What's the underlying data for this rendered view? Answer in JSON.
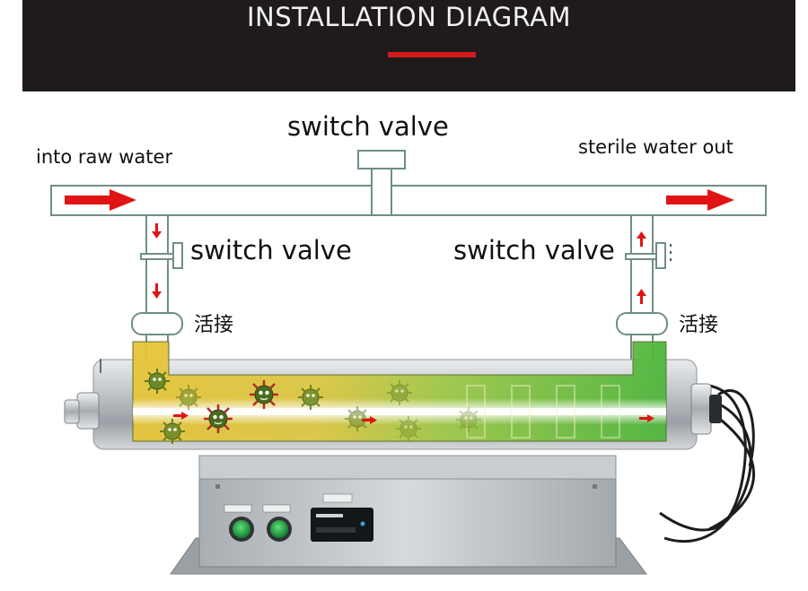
{
  "header": {
    "title": "INSTALLATION DIAGRAM",
    "underline_color": "#d21a1a",
    "background_color": "#1f1b1b"
  },
  "labels": {
    "top_valve": "switch valve",
    "inlet": "into raw water",
    "outlet": "sterile water out",
    "left_valve": "switch valve",
    "right_valve": "switch valve",
    "left_union": "活接",
    "right_union": "活接"
  },
  "colors": {
    "flow_arrow": "#e01414",
    "dirty_water": "#e2c33c",
    "clean_water": "#56b83e",
    "steel": "#b8bdc2",
    "pipe_outline": "#6f8f86"
  },
  "icons": [
    "flow-arrow-icon",
    "virus-icon",
    "uv-lamp",
    "power-button",
    "digital-display"
  ]
}
